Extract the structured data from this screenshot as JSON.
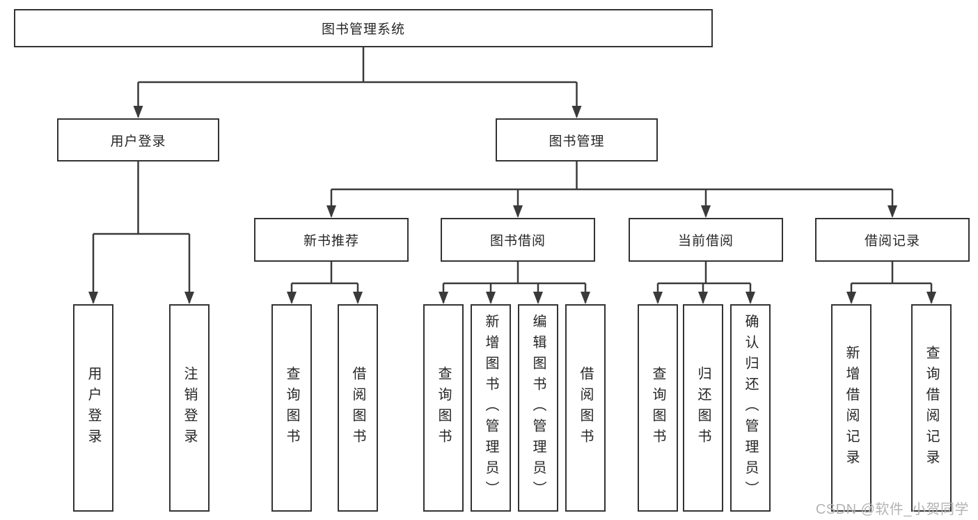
{
  "colors": {
    "line": "#3a3a3a",
    "border": "#333333",
    "text": "#262626",
    "background": "#ffffff",
    "watermark": "#b3b3b3"
  },
  "nodes": {
    "root": "图书管理系统",
    "user_login": "用户登录",
    "book_mgmt": "图书管理",
    "new_books": "新书推荐",
    "book_borrow": "图书借阅",
    "current_borrow": "当前借阅",
    "borrow_records": "借阅记录",
    "leaves": {
      "user_login_leaf": "用户登录",
      "logout": "注销登录",
      "nb_query": "查询图书",
      "nb_borrow": "借阅图书",
      "bb_query": "查询图书",
      "bb_add": "新增图书（管理员）",
      "bb_edit": "编辑图书（管理员）",
      "bb_borrow": "借阅图书",
      "cb_query": "查询图书",
      "cb_return": "归还图书",
      "cb_confirm": "确认归还（管理员）",
      "br_add": "新增借阅记录",
      "br_query": "查询借阅记录"
    }
  },
  "watermark": "CSDN @软件_小贺同学"
}
